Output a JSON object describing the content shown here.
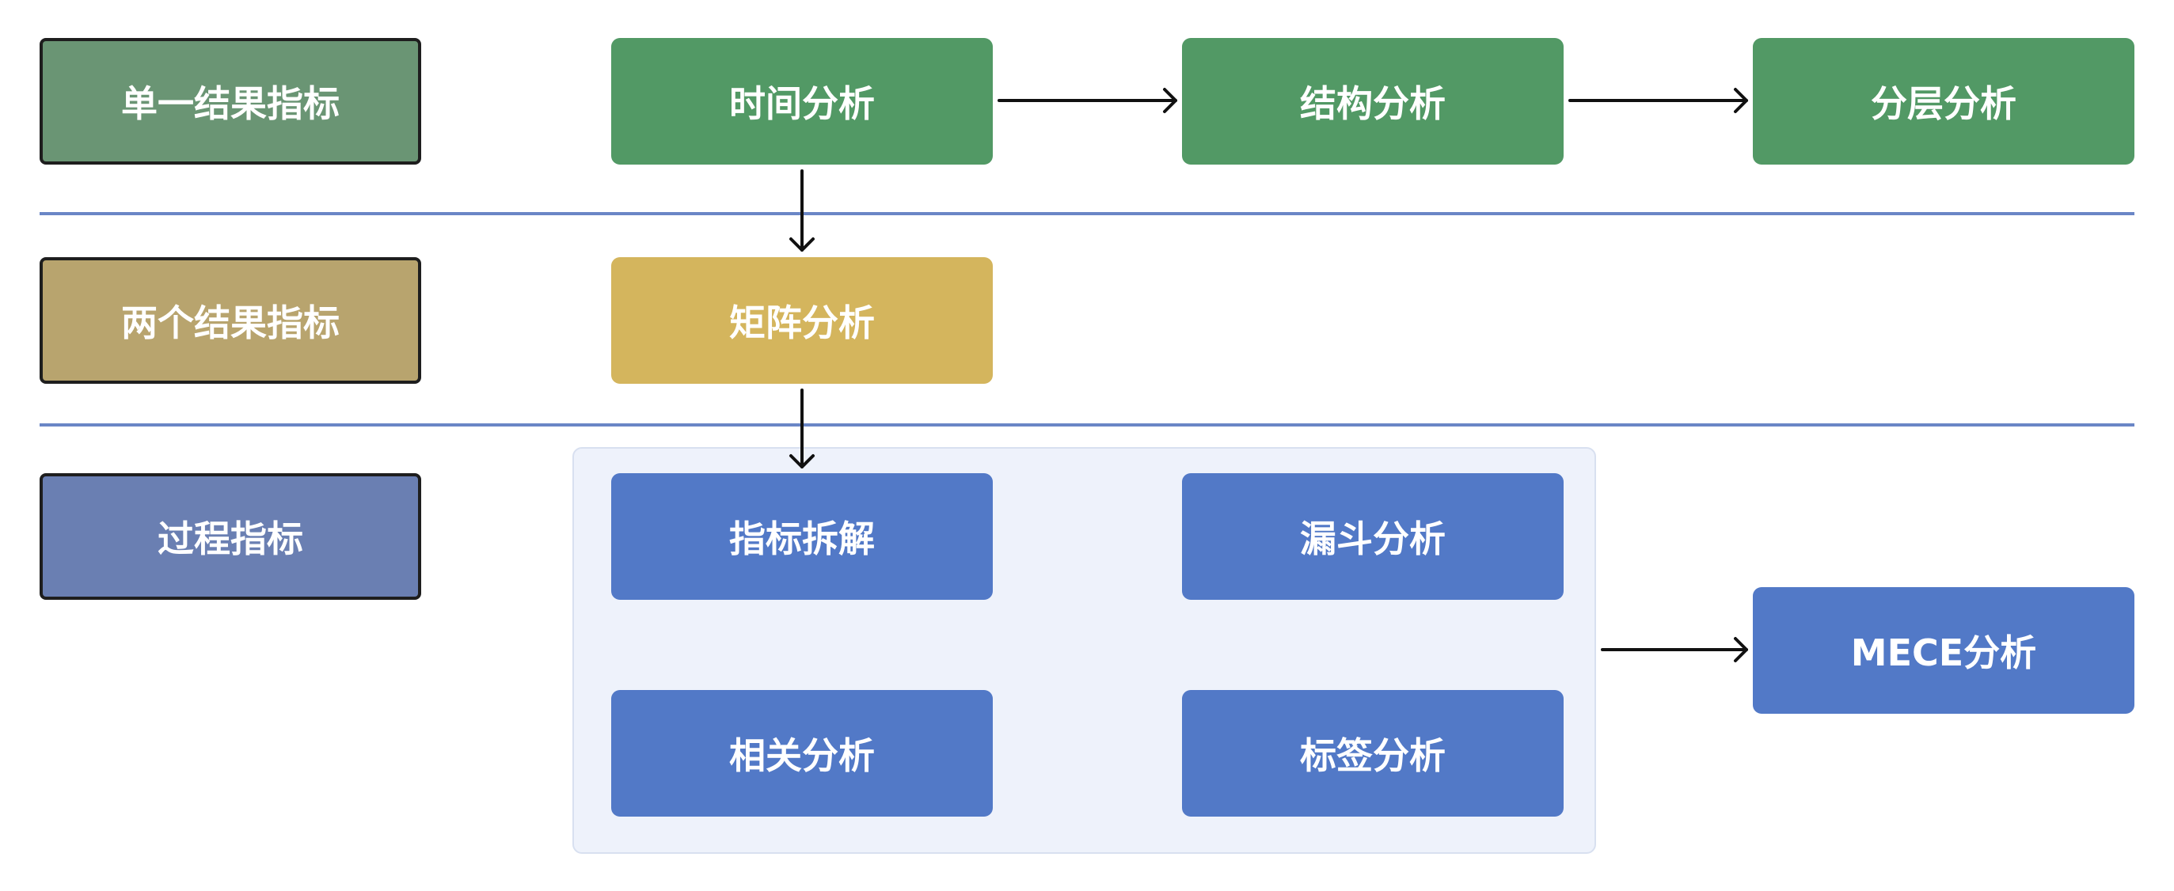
{
  "rows": {
    "single_result": "单一结果指标",
    "two_results": "两个结果指标",
    "process": "过程指标"
  },
  "nodes": {
    "time": "时间分析",
    "structure": "结构分析",
    "layer": "分层分析",
    "matrix": "矩阵分析",
    "metric_breakdown": "指标拆解",
    "funnel": "漏斗分析",
    "correlation": "相关分析",
    "tag": "标签分析",
    "mece": "MECE分析"
  },
  "colors": {
    "green": "#529965",
    "yellow": "#d4b55d",
    "blue": "#5279c7",
    "divider": "#6a86c6"
  }
}
